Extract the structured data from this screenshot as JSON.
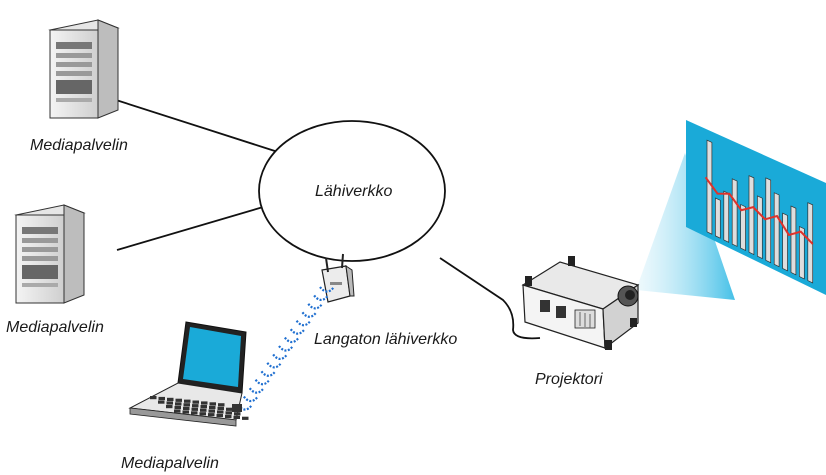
{
  "network": {
    "label": "Lähiverkko"
  },
  "servers": [
    {
      "label": "Mediapalvelin"
    },
    {
      "label": "Mediapalvelin"
    }
  ],
  "laptop": {
    "label": "Mediapalvelin"
  },
  "access_point": {
    "label": "Langaton lähiverkko"
  },
  "projector": {
    "label": "Projektori"
  },
  "colors": {
    "line": "#111111",
    "screen": "#1aaad8",
    "beam": "#5fc9ea",
    "wave": "#1f6fd0",
    "chart_line": "#e0322a"
  }
}
